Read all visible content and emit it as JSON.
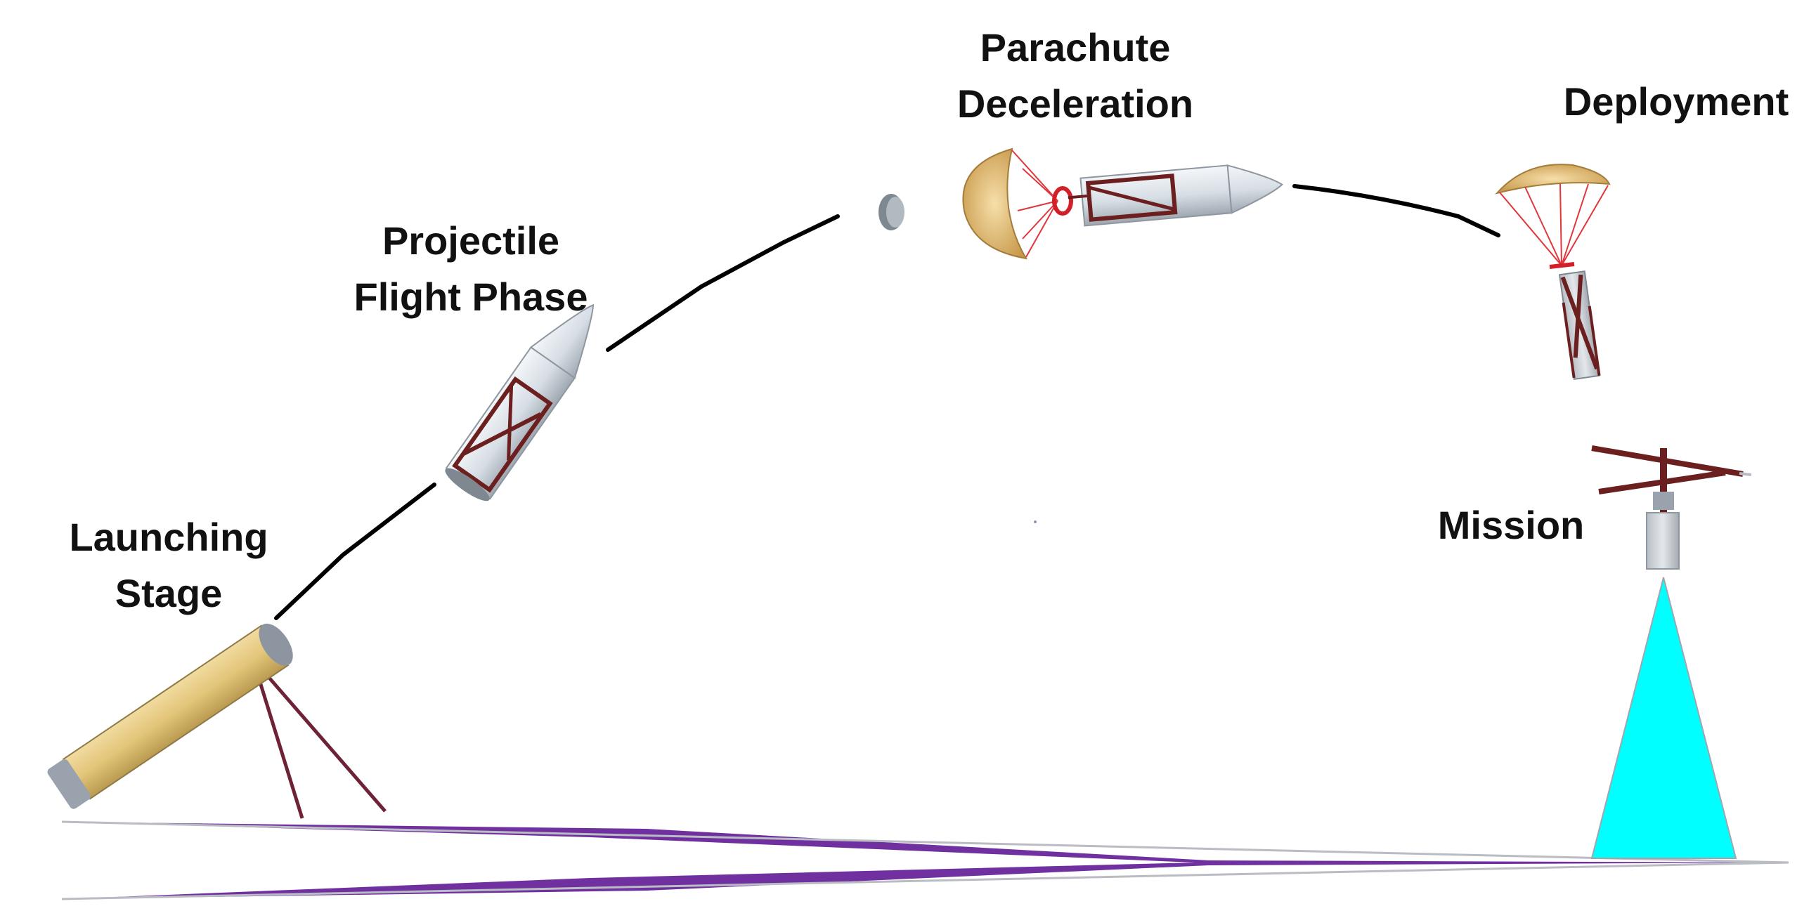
{
  "stages": {
    "launching": {
      "line1": "Launching",
      "line2": "Stage"
    },
    "projectile": {
      "line1": "Projectile",
      "line2": "Flight Phase"
    },
    "parachute": {
      "line1": "Parachute",
      "line2": "Deceleration"
    },
    "deployment": {
      "line1": "Deployment"
    },
    "mission": {
      "line1": "Mission"
    }
  },
  "colors": {
    "trajectory": "#000000",
    "tube": "#e3c57a",
    "endcap": "#9aa3ad",
    "support_legs": "#6e2236",
    "ground_band": "#7030a0",
    "canopy": "#e5bf7a",
    "shroud_lines": "#e0363c",
    "projectile_body": "#d6dde4",
    "frame": "#6b1f1f",
    "sensor_cone": "#00ffff"
  }
}
